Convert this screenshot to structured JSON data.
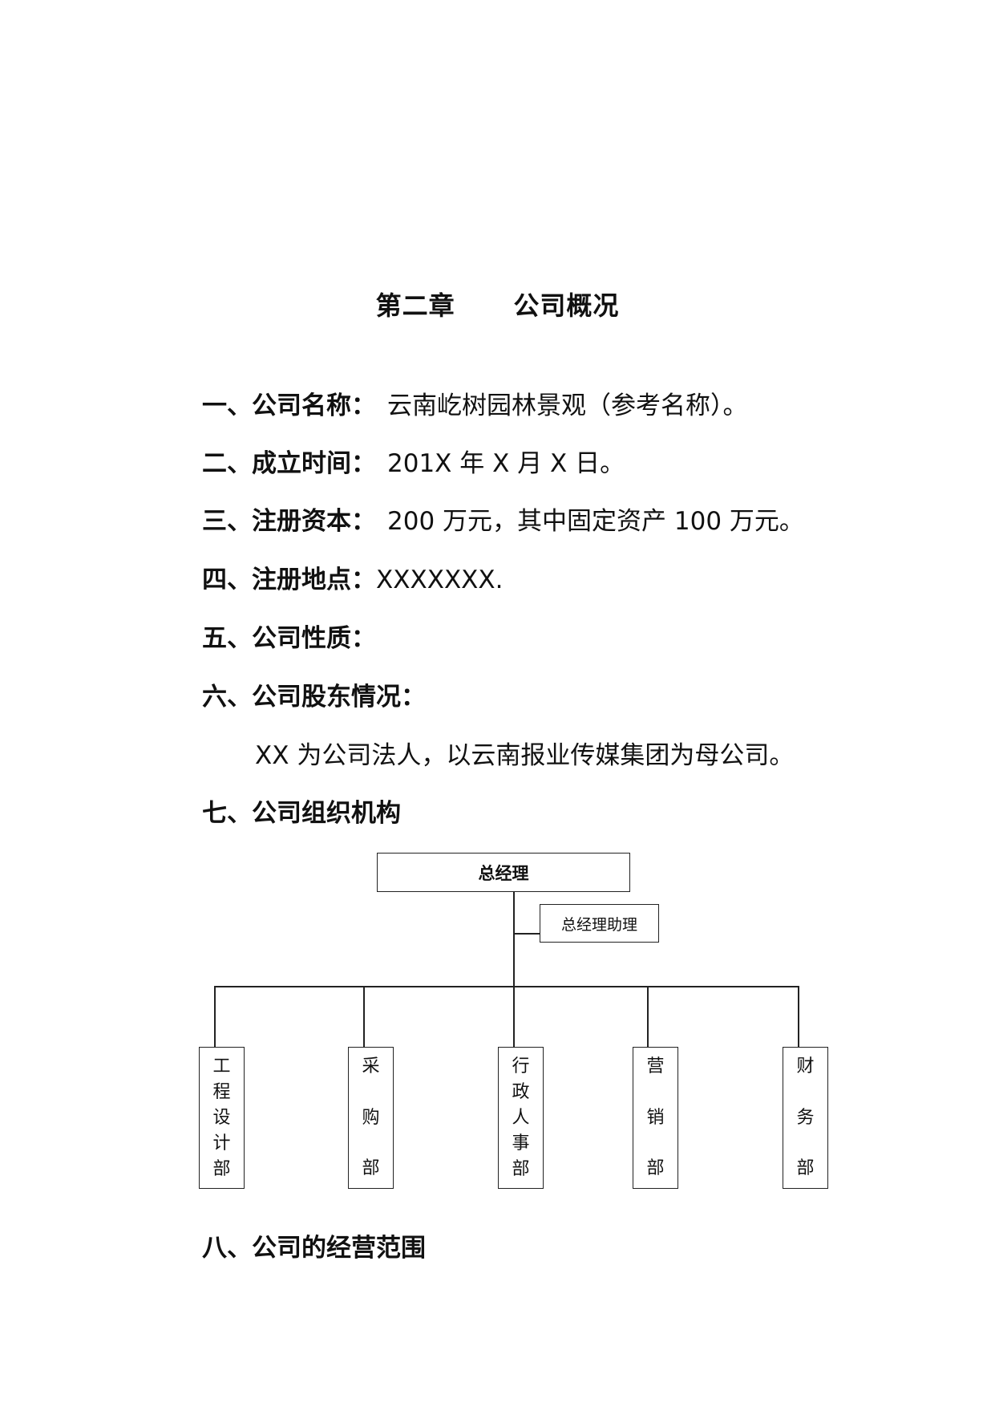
{
  "chapter": {
    "title": "第二章      公司概况"
  },
  "sections": [
    {
      "label": "一、公司名称：",
      "value": "云南屹树园林景观（参考名称）。"
    },
    {
      "label": "二、成立时间：",
      "value": "201X 年 X 月 X 日。"
    },
    {
      "label": "三、注册资本：",
      "value": "200 万元，其中固定资产 100 万元。"
    },
    {
      "label": "四、注册地点：",
      "value": "XXXXXXX."
    },
    {
      "label": "五、公司性质：",
      "value": ""
    },
    {
      "label": "六、公司股东情况：",
      "value": ""
    }
  ],
  "shareholder_para": "XX 为公司法人，以云南报业传媒集团为母公司。",
  "section7": {
    "label": "七、公司组织机构"
  },
  "org_chart": {
    "ceo": "总经理",
    "assistant": "总经理助理",
    "departments": [
      {
        "chars": [
          "工",
          "程",
          "设",
          "计",
          "部"
        ]
      },
      {
        "chars": [
          "采",
          "购",
          "部"
        ]
      },
      {
        "chars": [
          "行",
          "政",
          "人",
          "事",
          "部"
        ]
      },
      {
        "chars": [
          "营",
          "销",
          "部"
        ]
      },
      {
        "chars": [
          "财",
          "务",
          "部"
        ]
      }
    ]
  },
  "section8": {
    "label": "八、公司的经营范围"
  }
}
